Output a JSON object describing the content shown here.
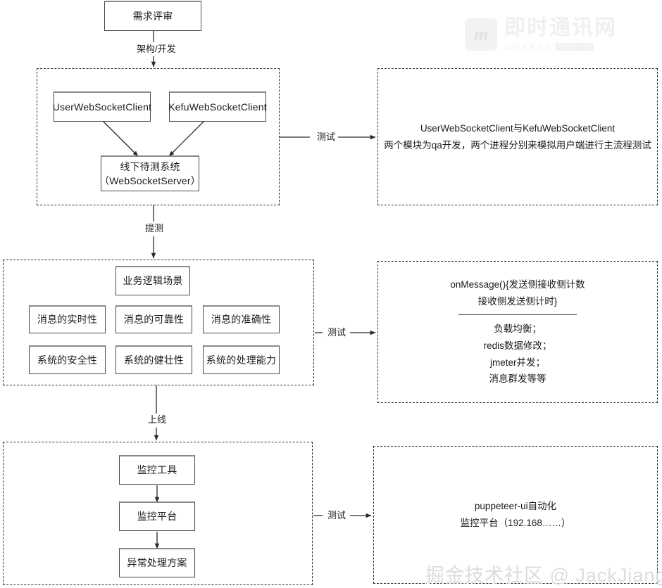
{
  "diagram": {
    "title_node": "需求评审",
    "flow_labels": {
      "arch_dev": "架构/开发",
      "submit_test": "提测",
      "go_live": "上线",
      "test_1": "测试",
      "test_2": "测试",
      "test_3": "测试"
    },
    "section1": {
      "client_user": "UserWebSocketClient",
      "client_kefu": "KefuWebSocketClient",
      "server_line1": "线下待测系统",
      "server_line2": "（WebSocketServer）",
      "note_line1": "UserWebSocketClient与KefuWebSocketClient",
      "note_line2": "两个模块为qa开发，两个进程分别来模拟用户端进行主流程测试"
    },
    "section2": {
      "scenario": "业务逻辑场景",
      "items": [
        "消息的实时性",
        "消息的可靠性",
        "消息的准确性",
        "系统的安全性",
        "系统的健壮性",
        "系统的处理能力"
      ],
      "note_head1": "onMessage(){发送侧接收侧计数",
      "note_head2": "接收侧发送侧计时}",
      "note_items": [
        "负载均衡；",
        "redis数据修改；",
        "jmeter并发；",
        "消息群发等等"
      ]
    },
    "section3": {
      "tool": "监控工具",
      "platform": "监控平台",
      "exception": "异常处理方案",
      "note_line1": "puppeteer-ui自动化",
      "note_line2": "监控平台（192.168……）"
    }
  },
  "watermarks": {
    "top_logo": "m",
    "top_main": "即时通讯网",
    "top_sub": "IM开发者社区",
    "top_sub_pill": "52im.net",
    "bottom": "掘金技术社区 @ JackJiang"
  },
  "colors": {
    "box_border": "#4a4a4a",
    "dashed_border": "#2e2e2e",
    "text": "#1b1b1b",
    "background": "#ffffff"
  }
}
